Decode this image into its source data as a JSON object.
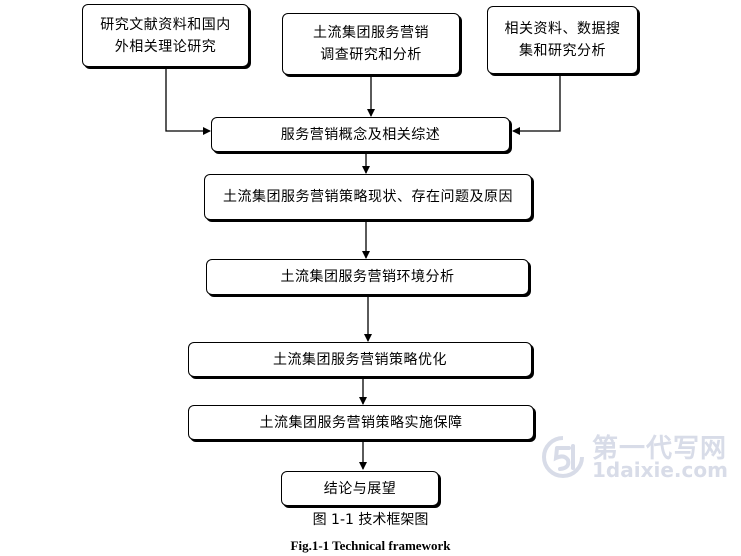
{
  "diagram": {
    "top_sources": [
      "研究文献资料和国内\n外相关理论研究",
      "土流集团服务营销\n调查研究和分析",
      "相关资料、数据搜\n集和研究分析"
    ],
    "steps": [
      "服务营销概念及相关综述",
      "土流集团服务营销策略现状、存在问题及原因",
      "土流集团服务营销环境分析",
      "土流集团服务营销策略优化",
      "土流集团服务营销策略实施保障",
      "结论与展望"
    ]
  },
  "caption": {
    "cn": "图 1-1  技术框架图",
    "en": "Fig.1-1 Technical framework"
  },
  "watermark": {
    "line1": "第一代写网",
    "line2": "1daixie.com"
  }
}
